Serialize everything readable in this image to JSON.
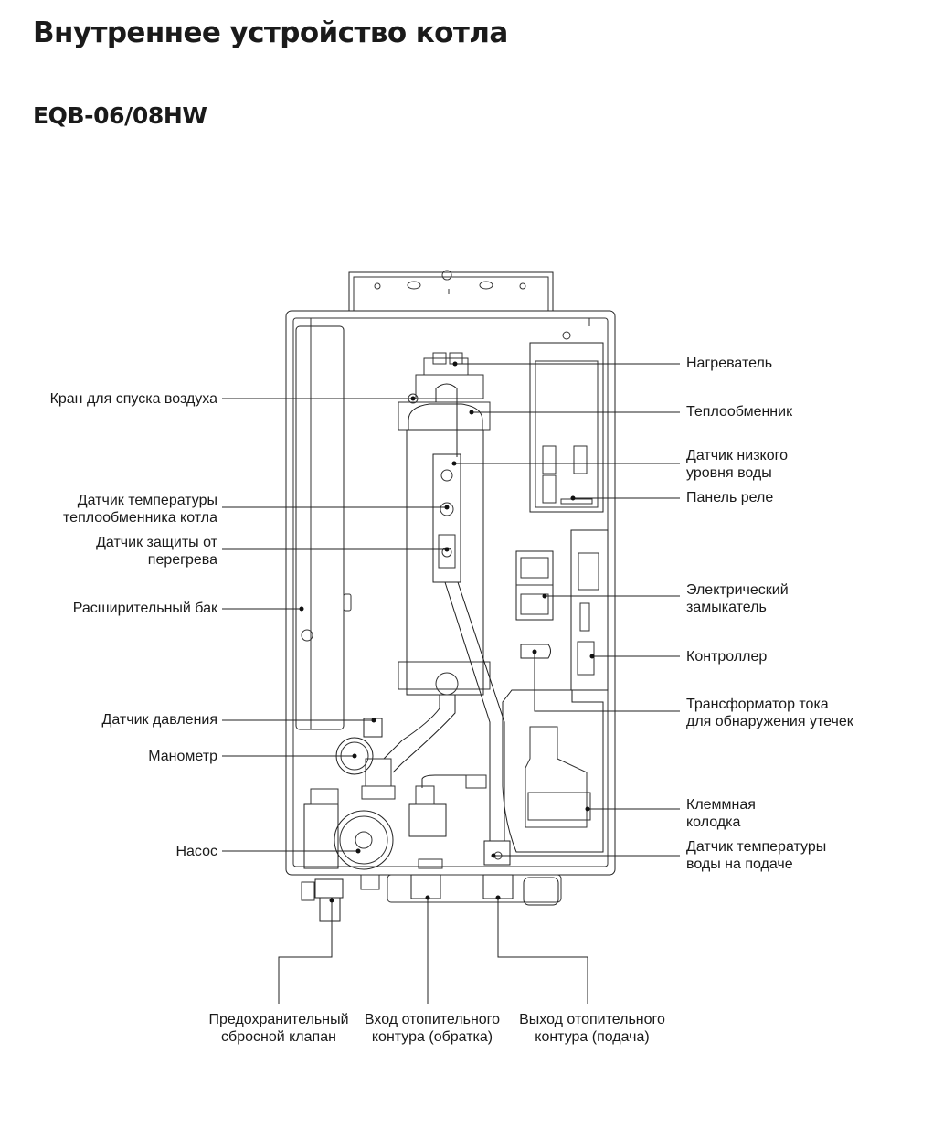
{
  "title": "Внутреннее устройство котла",
  "model": "EQB-06/08HW",
  "labels": {
    "left": {
      "air_vent": [
        "Кран для спуска воздуха"
      ],
      "hx_temp_sensor": [
        "Датчик температуры",
        "теплообменника котла"
      ],
      "overheat_sensor": [
        "Датчик защиты от",
        "перегрева"
      ],
      "expansion_tank": [
        "Расширительный бак"
      ],
      "pressure_sensor": [
        "Датчик давления"
      ],
      "manometer": [
        "Манометр"
      ],
      "pump": [
        "Насос"
      ]
    },
    "right": {
      "heater": [
        "Нагреватель"
      ],
      "heat_exchanger": [
        "Теплообменник"
      ],
      "low_water_sensor": [
        "Датчик низкого",
        "уровня воды"
      ],
      "relay_panel": [
        "Панель реле"
      ],
      "contactor": [
        "Электрический",
        "замыкатель"
      ],
      "controller": [
        "Контроллер"
      ],
      "leak_transformer": [
        "Трансформатор тока",
        "для обнаружения утечек"
      ],
      "terminal_block": [
        "Клеммная",
        "колодка"
      ],
      "supply_temp_sensor": [
        "Датчик температуры",
        "воды на подаче"
      ]
    },
    "bottom": {
      "safety_valve": [
        "Предохранительный",
        "сбросной клапан"
      ],
      "return_inlet": [
        "Вход отопительного",
        "контура (обратка)"
      ],
      "supply_outlet": [
        "Выход отопительного",
        "контура (подача)"
      ]
    }
  },
  "colors": {
    "line": "#222222",
    "text": "#1a1a1a",
    "background": "#ffffff"
  }
}
